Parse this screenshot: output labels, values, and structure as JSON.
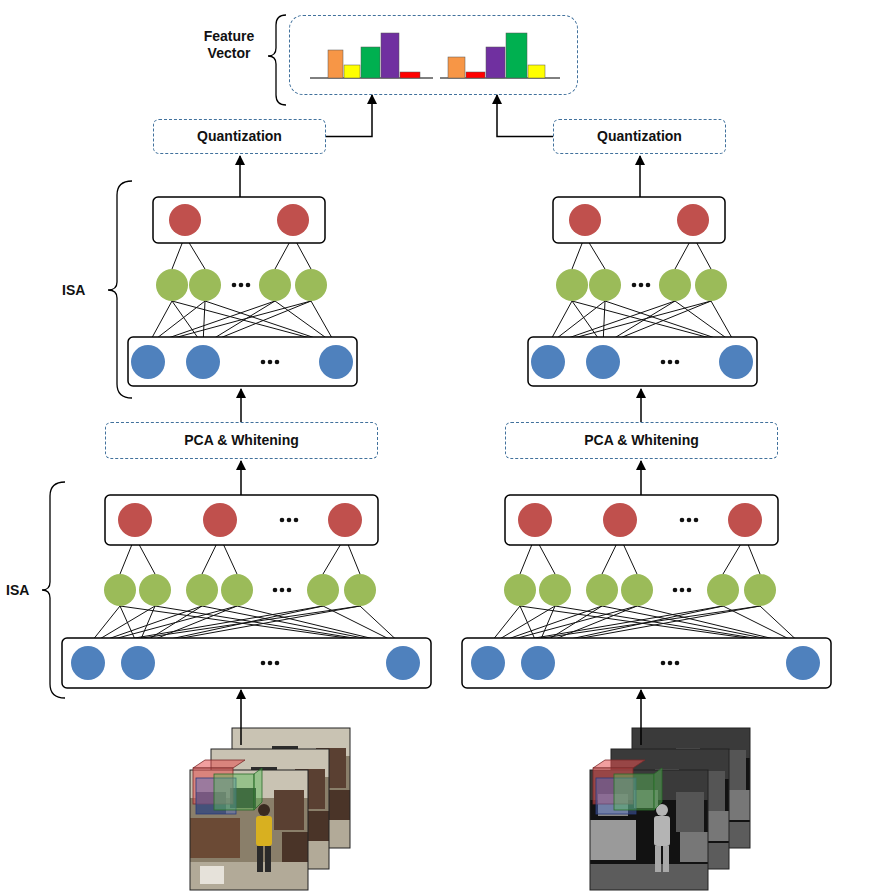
{
  "diagram": {
    "nodes": [
      {
        "text": [
          "Feature Vector"
        ]
      },
      {
        "text": [
          "Quantization"
        ]
      },
      {
        "text": [
          "Quantization"
        ]
      },
      {
        "text": [
          "PCA & Whitening"
        ]
      },
      {
        "text": [
          "PCA & Whitening"
        ]
      }
    ],
    "edges": [
      {
        "from": 1,
        "to": 0,
        "arrow": "to"
      },
      {
        "from": 2,
        "to": 0,
        "arrow": "to"
      }
    ],
    "labels": [
      "ISA",
      "ISA"
    ]
  }
}
